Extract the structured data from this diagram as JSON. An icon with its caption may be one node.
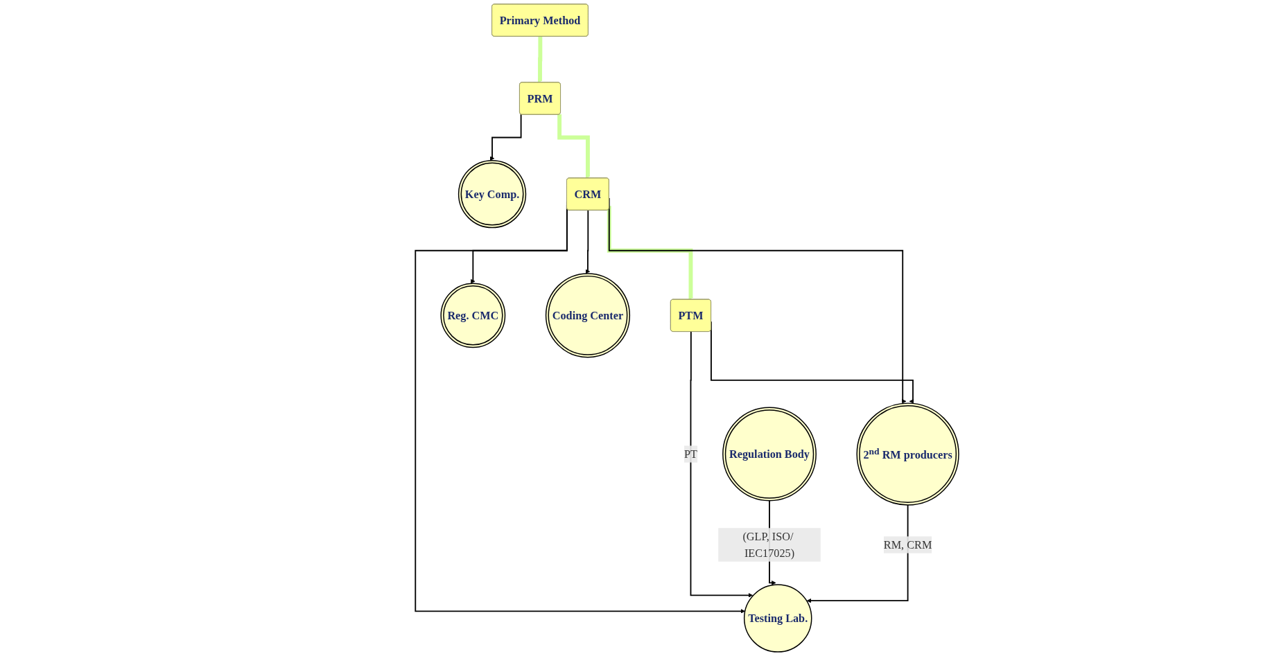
{
  "diagram": {
    "nodes": [
      {
        "text": [
          "Primary Method"
        ]
      },
      {
        "text": [
          "PRM"
        ]
      },
      {
        "text": [
          "CRM"
        ]
      },
      {
        "text": [
          "PTM"
        ]
      },
      {
        "text": [
          "Key Comp."
        ]
      },
      {
        "text": [
          "2$^{nd}$ RM producers"
        ]
      },
      {
        "text": [
          "Reg. CMC"
        ]
      },
      {
        "text": [
          "Coding Center"
        ]
      },
      {
        "text": [
          "Regulation Body"
        ]
      },
      {
        "text": [
          "Testing Lab."
        ]
      }
    ],
    "edges": [
      {
        "from": 0,
        "to": 1,
        "arrow": "to",
        "style": "thick",
        "color": "#ccff99"
      },
      {
        "from": 1,
        "to": 2,
        "arrow": "to",
        "style": "thick",
        "color": "#ccff99"
      },
      {
        "from": 2,
        "to": 3,
        "arrow": "to",
        "style": "thick",
        "color": "#ccff99"
      },
      {
        "from": 1,
        "to": 4,
        "arrow": "to"
      },
      {
        "from": 2,
        "to": 5,
        "arrow": "to"
      },
      {
        "from": 3,
        "to": 5,
        "arrow": "to"
      },
      {
        "from": 2,
        "to": 6,
        "arrow": "to"
      },
      {
        "from": 2,
        "to": 7,
        "arrow": "to"
      },
      {
        "from": 2,
        "to": 9,
        "arrow": "to"
      },
      {
        "from": 3,
        "to": 9,
        "arrow": "to",
        "label": "PT"
      },
      {
        "from": 8,
        "to": 9,
        "arrow": "to",
        "label": "(GLP, ISO/ IEC17025)"
      },
      {
        "from": 5,
        "to": 9,
        "arrow": "to",
        "label": "RM, CRM"
      }
    ]
  }
}
